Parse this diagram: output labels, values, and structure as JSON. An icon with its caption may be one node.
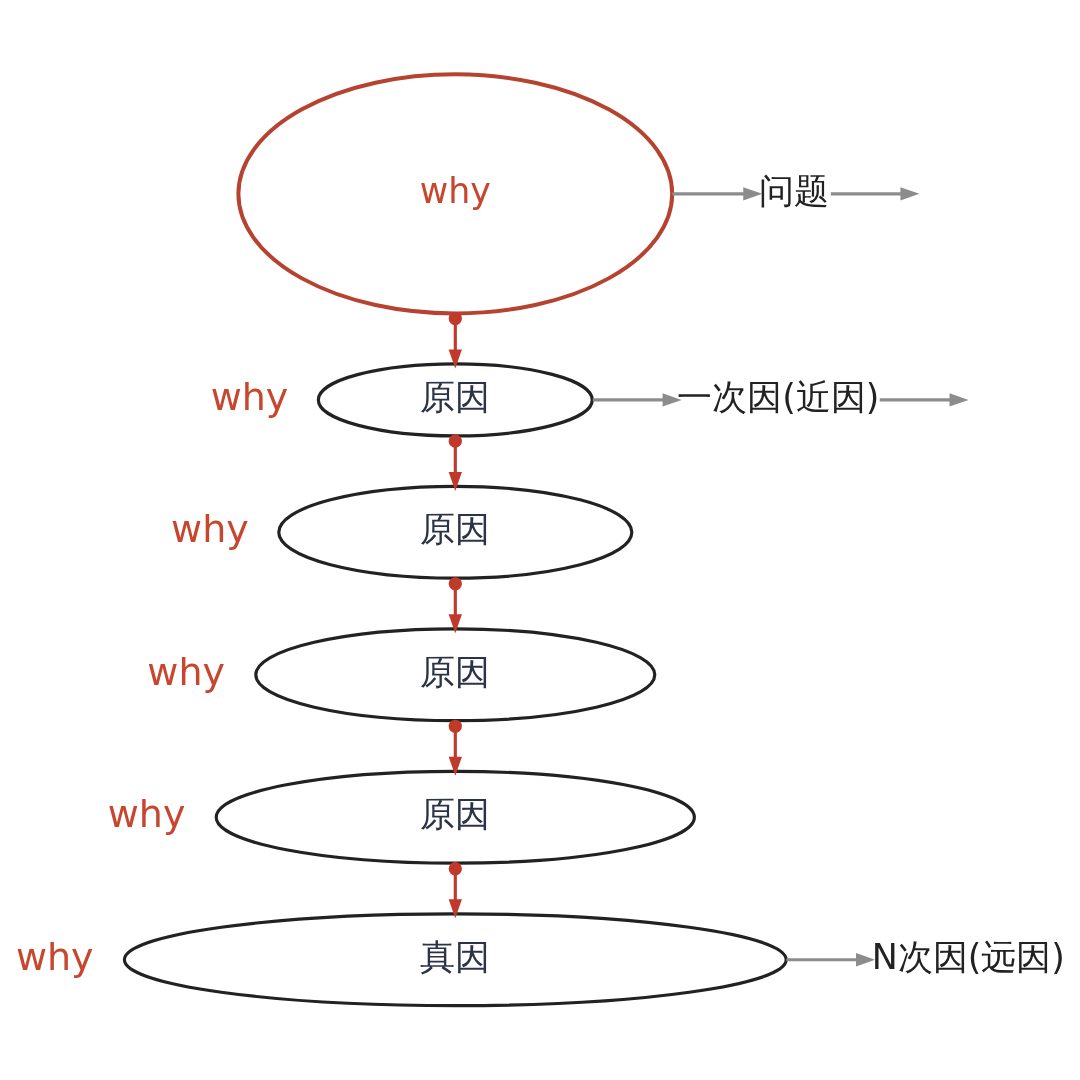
{
  "diagram": {
    "nodes": [
      {
        "text": [
          "why"
        ]
      },
      {
        "text": [
          "原因"
        ],
        "beside": [
          "why"
        ]
      },
      {
        "text": [
          "原因"
        ],
        "beside": [
          "why"
        ]
      },
      {
        "text": [
          "原因"
        ],
        "beside": [
          "why"
        ]
      },
      {
        "text": [
          "原因"
        ],
        "beside": [
          "why"
        ]
      },
      {
        "text": [
          "真因"
        ],
        "beside": [
          "why"
        ]
      },
      {
        "text": [
          "问题"
        ]
      },
      {
        "text": [
          "一次因(近因)"
        ]
      },
      {
        "text": [
          "N次因(远因)"
        ]
      }
    ],
    "edges": [
      {
        "from": 0,
        "to": 1,
        "arrow": "to",
        "color": "#c0392b"
      },
      {
        "from": 1,
        "to": 2,
        "arrow": "to",
        "color": "#c0392b"
      },
      {
        "from": 2,
        "to": 3,
        "arrow": "to",
        "color": "#c0392b"
      },
      {
        "from": 3,
        "to": 4,
        "arrow": "to",
        "color": "#c0392b"
      },
      {
        "from": 4,
        "to": 5,
        "arrow": "to",
        "color": "#c0392b"
      },
      {
        "from": 0,
        "to": 6,
        "arrow": "to",
        "color": "#8c8c8c"
      },
      {
        "from": 6,
        "to": null,
        "arrow": "to",
        "color": "#8c8c8c"
      },
      {
        "from": 1,
        "to": 7,
        "arrow": "to",
        "color": "#8c8c8c"
      },
      {
        "from": 7,
        "to": null,
        "arrow": "to",
        "color": "#8c8c8c"
      },
      {
        "from": 5,
        "to": 8,
        "arrow": "to",
        "color": "#8c8c8c"
      }
    ]
  }
}
